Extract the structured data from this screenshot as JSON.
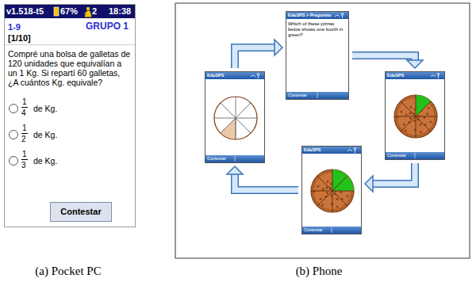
{
  "diagram": {
    "nodes": [
      {
        "text": [
          "v1.518-t5",
          "67%",
          "2",
          "18:38",
          "1-9",
          "GRUPO 1",
          "[1/10]",
          "Compré una bolsa de galletas de 120 unidades que equivalían a un 1 Kg. Si repartí 60 galletas, ¿A cuántos Kg. equivale?",
          "1",
          "4",
          "de Kg.",
          "1",
          "2",
          "de Kg.",
          "1",
          "3",
          "de Kg."
        ]
      },
      {
        "text": [
          "Contestar"
        ],
        "in": 0
      },
      {
        "text": [
          "EduSPS > Preguntas",
          "Which of these pizzas below shows one fourth in green?",
          "Contestar"
        ]
      },
      {
        "text": [
          "EduSPS",
          "Contestar"
        ]
      },
      {
        "text": [
          "EduSPS",
          "Contestar"
        ]
      },
      {
        "text": [
          "EduSPS",
          "Contestar"
        ]
      }
    ],
    "edges": [
      {
        "from": 3,
        "to": 2,
        "arrow": "to"
      },
      {
        "from": 2,
        "to": 4,
        "arrow": "to"
      },
      {
        "from": 4,
        "to": 5,
        "arrow": "to"
      },
      {
        "from": 5,
        "to": 3,
        "arrow": "to"
      }
    ],
    "labels": [
      "(a) Pocket PC",
      "(b) Phone"
    ]
  }
}
